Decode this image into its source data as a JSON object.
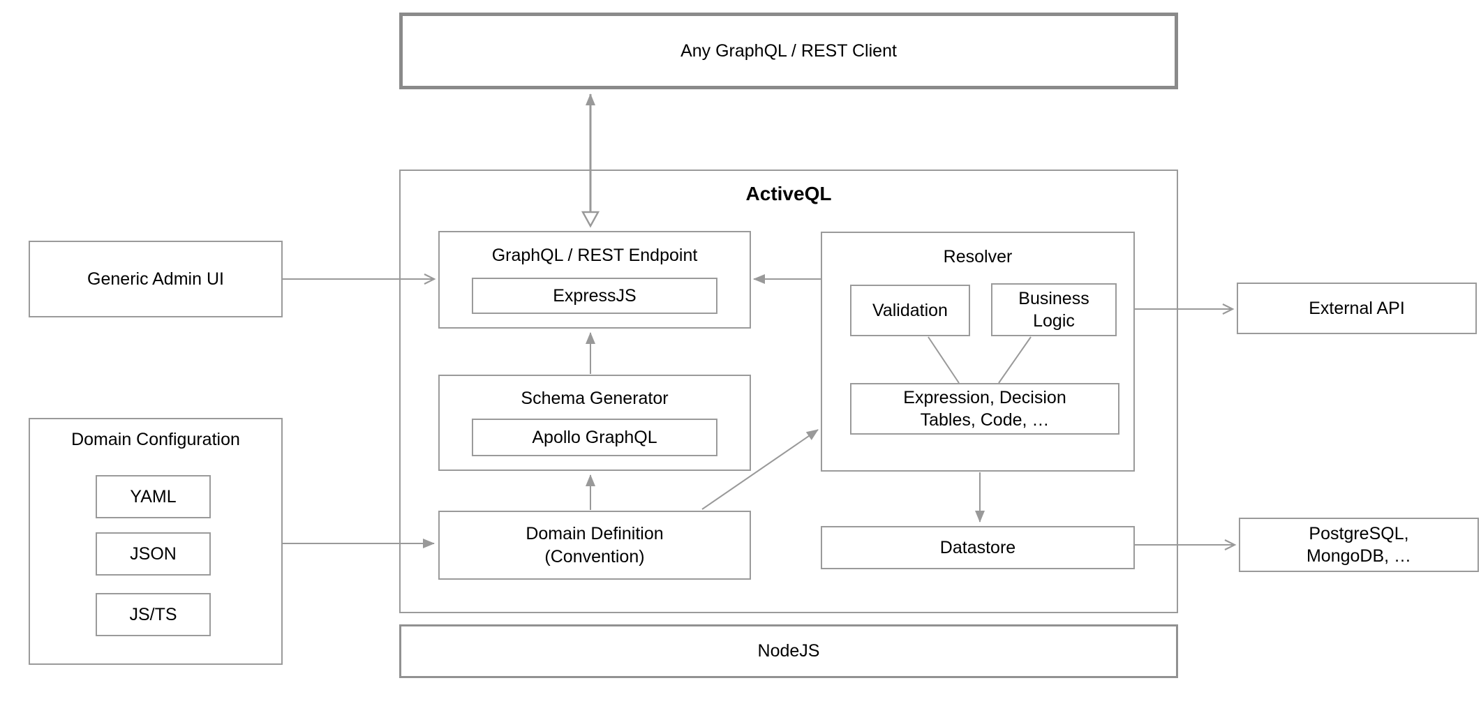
{
  "client": {
    "label": "Any GraphQL / REST Client"
  },
  "activeql": {
    "label": "ActiveQL"
  },
  "admin": {
    "label": "Generic Admin UI"
  },
  "domain_config": {
    "label": "Domain Configuration",
    "items": [
      "YAML",
      "JSON",
      "JS/TS"
    ]
  },
  "endpoint": {
    "label": "GraphQL / REST Endpoint",
    "engine": "ExpressJS"
  },
  "schema_generator": {
    "label": "Schema Generator",
    "engine": "Apollo GraphQL"
  },
  "domain_definition": {
    "line1": "Domain Definition",
    "line2": "(Convention)"
  },
  "resolver": {
    "label": "Resolver",
    "validation": "Validation",
    "business": {
      "line1": "Business",
      "line2": "Logic"
    },
    "expression": {
      "line1": "Expression, Decision",
      "line2": "Tables, Code, …"
    }
  },
  "datastore": {
    "label": "Datastore"
  },
  "external_api": {
    "label": "External API"
  },
  "databases": {
    "line1": "PostgreSQL,",
    "line2": "MongoDB, …"
  },
  "nodejs": {
    "label": "NodeJS"
  },
  "colors": {
    "connector_stroke": "#999999",
    "frame_stroke": "#8a8a8a",
    "box_stroke": "#9a9a9a",
    "text": "#000000",
    "background": "#ffffff"
  }
}
